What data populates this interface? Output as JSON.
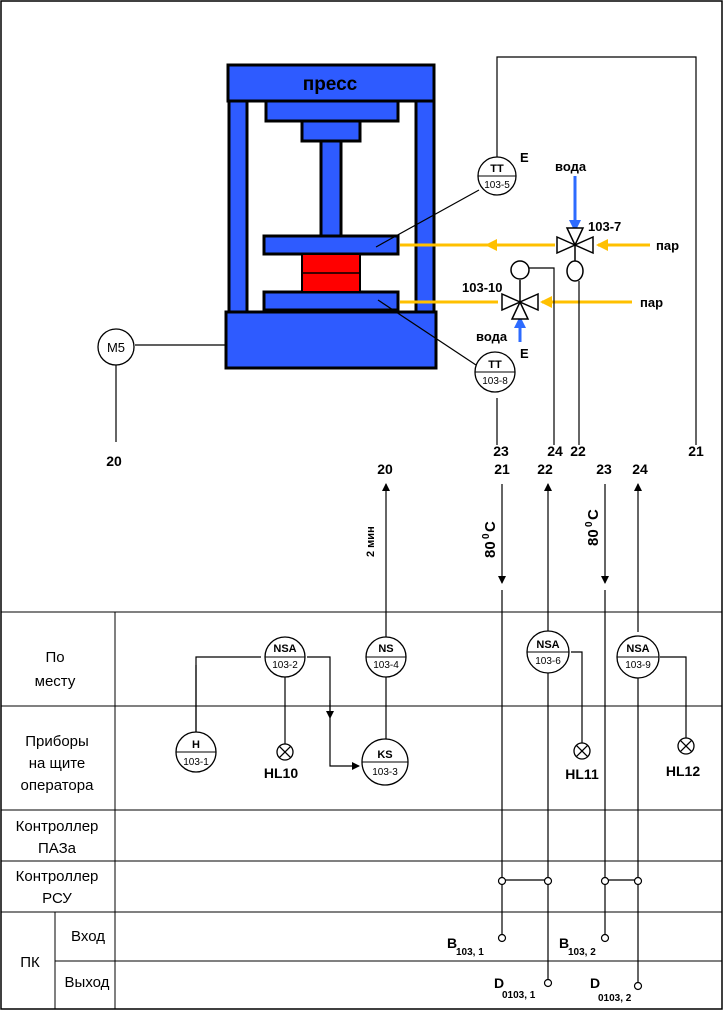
{
  "colors": {
    "press_blue": "#2E5BFF",
    "press_red": "#FF0000",
    "steam_yellow": "#FFC000",
    "water_blue": "#2D6BFF",
    "line": "#000000"
  },
  "press": {
    "title": "пресс"
  },
  "instruments": {
    "tt_103_5": {
      "code": "TT",
      "tag": "103-5",
      "letter": "E"
    },
    "tt_103_8": {
      "code": "TT",
      "tag": "103-8",
      "letter": "E"
    },
    "motor": {
      "label": "M5"
    },
    "valve_103_7": {
      "tag": "103-7"
    },
    "valve_103_10": {
      "tag": "103-10"
    },
    "nsa_103_2": {
      "code": "NSA",
      "tag": "103-2"
    },
    "ns_103_4": {
      "code": "NS",
      "tag": "103-4"
    },
    "nsa_103_6": {
      "code": "NSA",
      "tag": "103-6"
    },
    "nsa_103_9": {
      "code": "NSA",
      "tag": "103-9"
    },
    "h_103_1": {
      "code": "H",
      "tag": "103-1"
    },
    "ks_103_3": {
      "code": "KS",
      "tag": "103-3"
    }
  },
  "media": {
    "water_top": "вода",
    "water_bottom": "вода",
    "steam_top": "пар",
    "steam_bottom": "пар"
  },
  "line_numbers": {
    "motor_20": "20",
    "tt8_23": "23",
    "valve10_24": "24",
    "valve7_22": "22",
    "tt5_21": "21",
    "col_20": "20",
    "col_21": "21",
    "col_22": "22",
    "col_23": "23",
    "col_24": "24"
  },
  "annotations": {
    "time": "2 мин",
    "temp_1_base": "80",
    "temp_1_sup": "0",
    "temp_1_unit": "C",
    "temp_2_base": "80",
    "temp_2_sup": "0",
    "temp_2_unit": "C"
  },
  "lamps": {
    "hl10": "HL10",
    "hl11": "HL11",
    "hl12": "HL12"
  },
  "rows": {
    "local": "По месту",
    "panel_line1": "Приборы",
    "panel_line2": "на щите",
    "panel_line3": "оператора",
    "paz_line1": "Контроллер",
    "paz_line2": "ПАЗа",
    "rsu_line1": "Контроллер",
    "rsu_line2": "РСУ",
    "pk": "ПК",
    "input": "Вход",
    "output": "Выход"
  },
  "signals": {
    "b1": "B",
    "b1_sub": "103, 1",
    "b2": "B",
    "b2_sub": "103, 2",
    "d1": "D",
    "d1_sub": "0103, 1",
    "d2": "D",
    "d2_sub": "0103, 2"
  }
}
